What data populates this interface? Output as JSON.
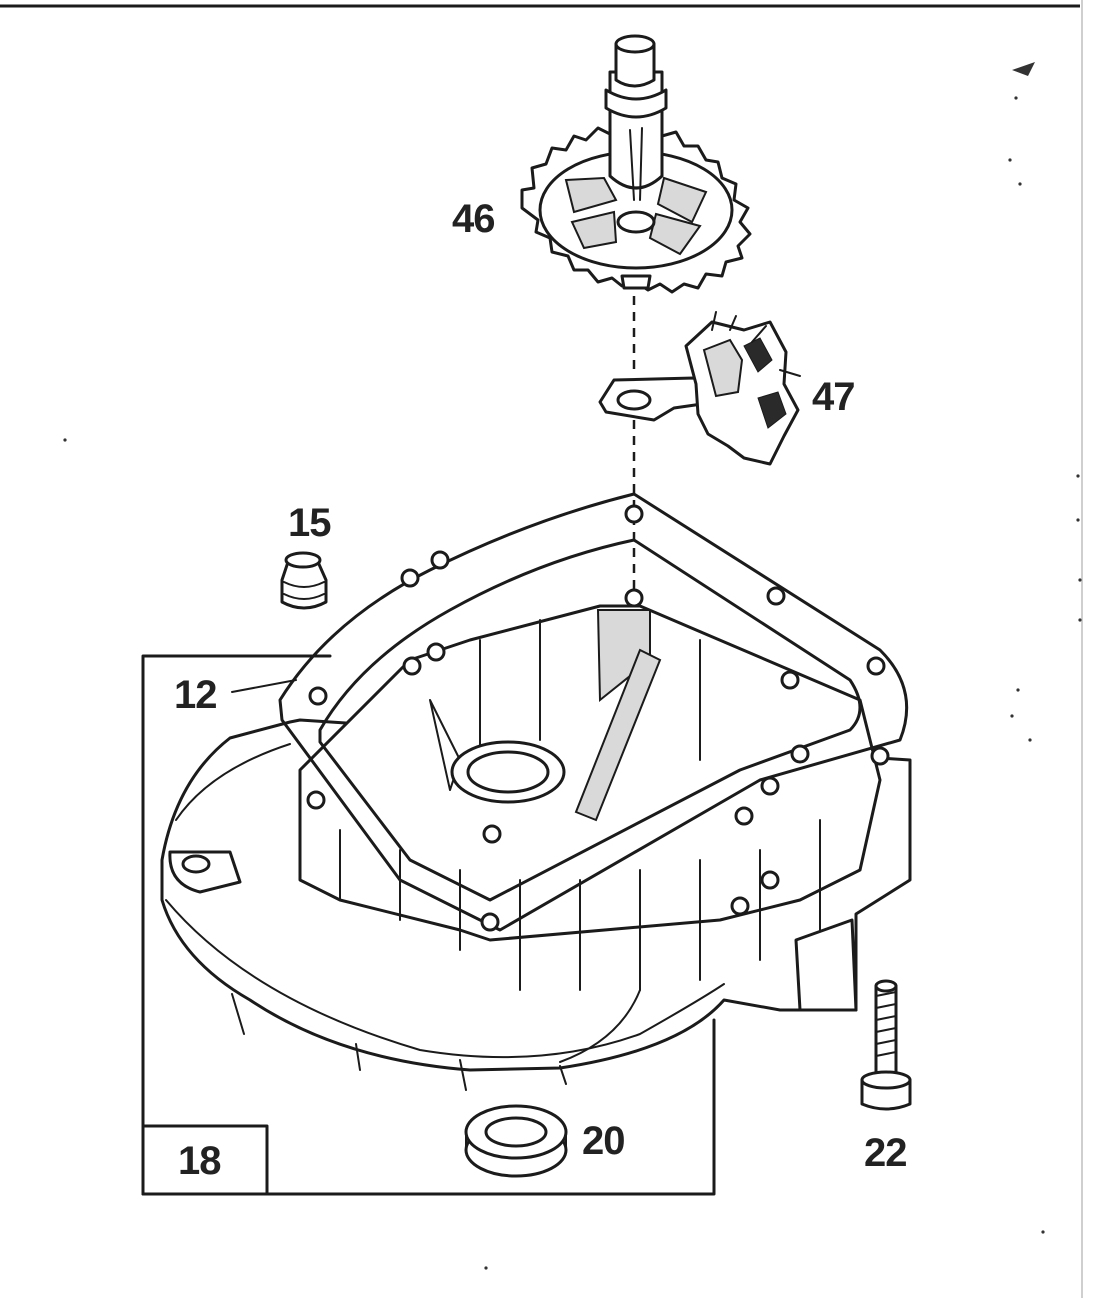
{
  "diagram": {
    "type": "exploded-parts-diagram",
    "callouts": {
      "gear": "46",
      "governor": "47",
      "plug": "15",
      "gasket": "12",
      "sump": "18",
      "seal": "20",
      "screw": "22"
    }
  }
}
